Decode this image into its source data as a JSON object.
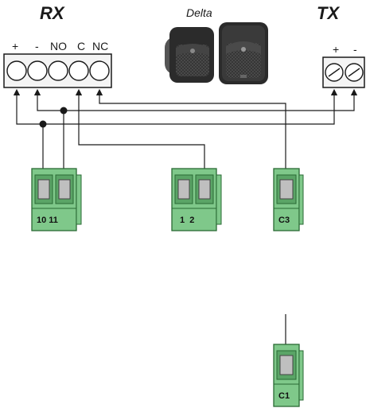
{
  "receiver": {
    "title": "RX",
    "terminals": [
      "+",
      "-",
      "NO",
      "C",
      "NC"
    ]
  },
  "device": {
    "name": "Delta"
  },
  "transmitter": {
    "title": "TX",
    "terminals": [
      "+",
      "-"
    ]
  },
  "connectors": [
    {
      "label": "10 11"
    },
    {
      "label": "1  2"
    },
    {
      "label": "C3"
    },
    {
      "label": "C1"
    }
  ],
  "colors": {
    "connector_green": "#7fc88a",
    "connector_dark": "#2a6a34",
    "wire": "#1a1a1a",
    "terminal_block": "#f4f4f4"
  }
}
